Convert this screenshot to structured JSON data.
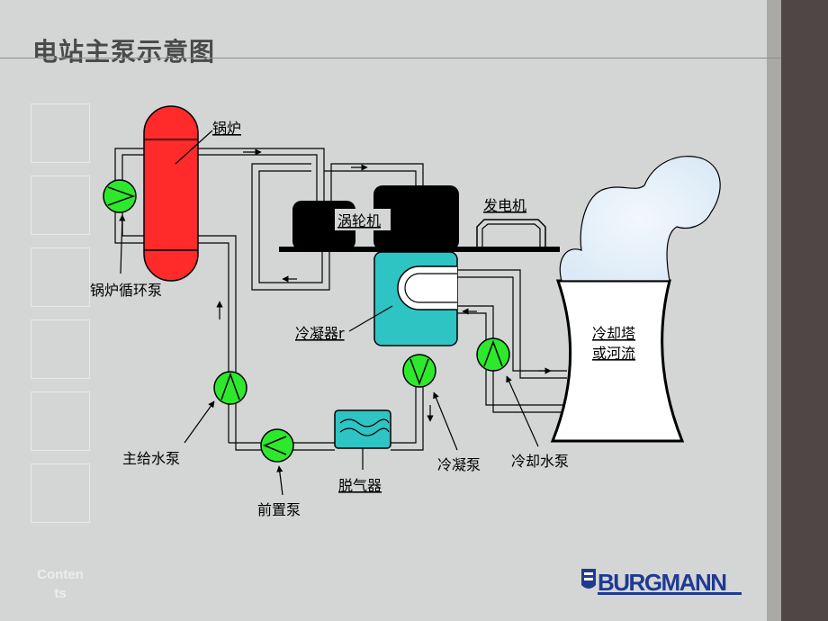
{
  "slide": {
    "title": "电站主泵示意图",
    "nav_label": "Contents",
    "nav_label_lines": [
      "Conten",
      "ts"
    ]
  },
  "diagram": {
    "labels": {
      "boiler": "锅炉",
      "boiler_circ_pump": "锅炉循环泵",
      "turbine": "涡轮机",
      "generator": "发电机",
      "condenser": "冷凝器r",
      "cooling_tower_line1": "冷却塔",
      "cooling_tower_line2": "或河流",
      "feed_pump": "主给水泵",
      "booster_pump": "前置泵",
      "deaerator": "脱气器",
      "condensate_pump": "冷凝泵",
      "cooling_water_pump": "冷却水泵"
    },
    "colors": {
      "boiler": "#ff2a2a",
      "pump": "#2ee82e",
      "condenser": "#2ec4c4",
      "turbine": "#000000",
      "steam": "#e8f3fb",
      "background": "#d4d6d6"
    }
  },
  "brand": {
    "logo_text": "BURGMANN",
    "logo_icon": "burgmann-crest-icon"
  }
}
